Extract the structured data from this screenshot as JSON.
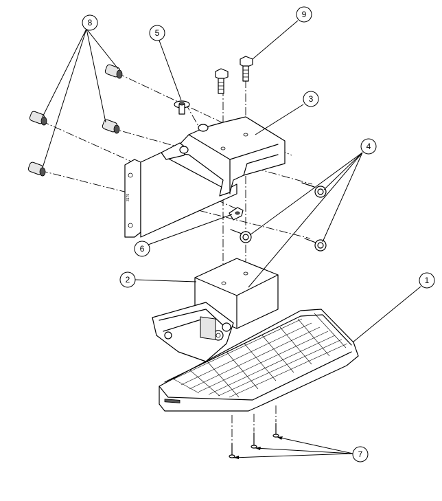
{
  "callouts": [
    {
      "id": "1",
      "label": "1"
    },
    {
      "id": "2",
      "label": "2"
    },
    {
      "id": "3",
      "label": "3"
    },
    {
      "id": "4",
      "label": "4"
    },
    {
      "id": "5",
      "label": "5"
    },
    {
      "id": "6",
      "label": "6"
    },
    {
      "id": "7",
      "label": "7"
    },
    {
      "id": "8",
      "label": "8"
    },
    {
      "id": "9",
      "label": "9"
    }
  ],
  "parts": {
    "step_pad": {
      "part_number": "1"
    },
    "lower_bracket": {
      "part_number": "2"
    },
    "upper_bracket": {
      "part_number": "3"
    },
    "flange_nuts": {
      "part_number": "4",
      "quantity_shown": 4
    },
    "pivot_pin": {
      "part_number": "5"
    },
    "clip": {
      "part_number": "6"
    },
    "screws": {
      "part_number": "7",
      "quantity_shown": 3
    },
    "rivet_nuts": {
      "part_number": "8",
      "quantity_shown": 4
    },
    "hex_bolts": {
      "part_number": "9",
      "quantity_shown": 2
    }
  }
}
